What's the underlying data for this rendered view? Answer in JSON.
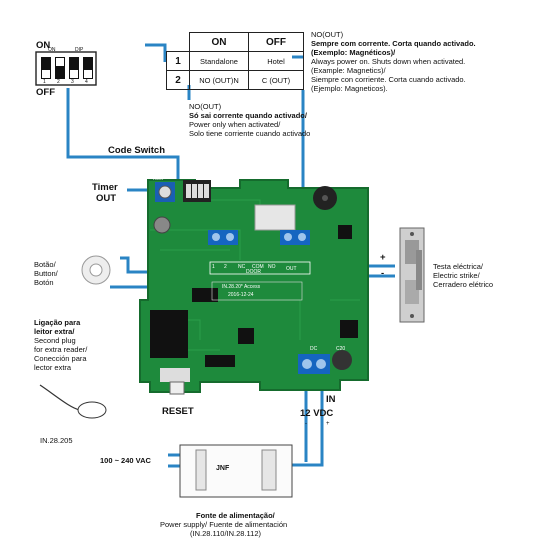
{
  "dip_switch": {
    "on_label": "ON",
    "off_label": "OFF",
    "mini_on": "ON",
    "mini_dip": "DIP",
    "mini_1": "1",
    "mini_2": "2",
    "mini_3": "3",
    "mini_4": "4"
  },
  "table": {
    "col_on": "ON",
    "col_off": "OFF",
    "rows": [
      {
        "num": "1",
        "on": "Standalone",
        "off": "Hotel"
      },
      {
        "num": "2",
        "on": "NO (OUT)N",
        "off": "C (OUT)"
      }
    ]
  },
  "nc_note": {
    "title": "NO(OUT)",
    "line_pt": "Sempre com corrente. Corta quando activado.",
    "line_pt_ex": "(Exemplo: Magnéticos)/",
    "line_en": "Always power on. Shuts down when activated.",
    "line_en_ex": "(Example: Magnetics)/",
    "line_es": "Siempre con corriente. Corta cuando activado.",
    "line_es_ex": "(Ejemplo: Magneticos)."
  },
  "no_note": {
    "title": "NO(OUT)",
    "line_pt": "Só sai corrente quando activado/",
    "line_en": "Power only when activated/",
    "line_es": "Solo tiene corriente cuando activado"
  },
  "labels": {
    "code_switch": "Code Switch",
    "timer_1": "Timer",
    "timer_2": "OUT",
    "button_1": "Botão/",
    "button_2": "Button/",
    "button_3": "Botón",
    "reader_1": "Ligação para",
    "reader_2": "leitor extra/",
    "reader_3": "Second plug",
    "reader_4": "for extra reader/",
    "reader_5": "Conección para",
    "reader_6": "lector extra",
    "reader_model": "IN.28.205",
    "reset": "RESET",
    "in_label": "IN",
    "vdc": "12 VDC",
    "minus_small": "-",
    "plus_small": "+",
    "strike_1": "Testa eléctrica/",
    "strike_2": "Electric strike/",
    "strike_3": "Cerradero elétrico",
    "plus": "+",
    "minus": "-",
    "vac": "100 ~ 240 VAC",
    "psu_1": "Fonte de alimentação/",
    "psu_2": "Power supply/ Fuente de alimentación",
    "psu_3": "(IN.28.110/IN.28.112)"
  },
  "board": {
    "model_line_1": "IN.28.20* Access",
    "model_line_2": "2016-12-24",
    "term_1": "1",
    "term_2": "2",
    "term_nc": "NC",
    "term_com": "COM",
    "term_no": "NO",
    "door": "DOOR",
    "out": "OUT",
    "dc_label": "DC",
    "cap_label": "C20",
    "timer_tag": "Timer"
  },
  "psu": {
    "brand": "JNF"
  },
  "colors": {
    "board": "#1e8a3c",
    "board_dark": "#156b2d",
    "wire": "#2a84c4",
    "terminal": "#1565c0",
    "text": "#111111"
  }
}
